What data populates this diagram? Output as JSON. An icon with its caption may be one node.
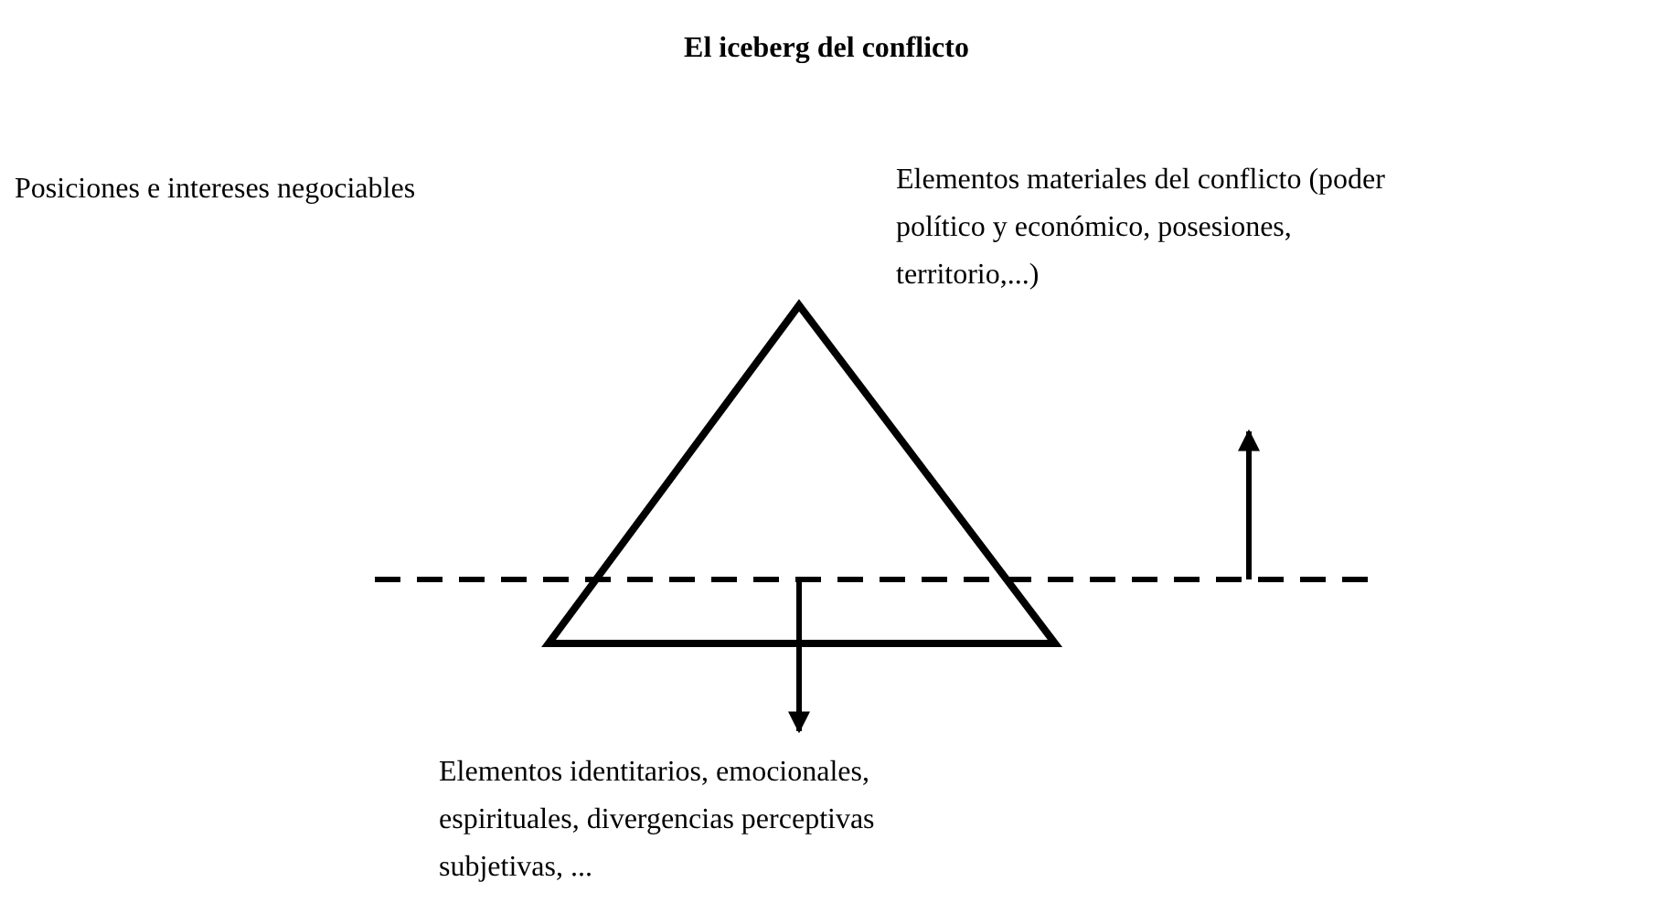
{
  "diagram": {
    "title": "El iceberg del conflicto",
    "labels": [
      "Posiciones e intereses negociables",
      "Elementos materiales del conflicto (poder político y económico, posesiones, territorio,...)",
      "Elementos identitarios, emocionales, espirituales, divergencias perceptivas subjetivas, ..."
    ]
  }
}
